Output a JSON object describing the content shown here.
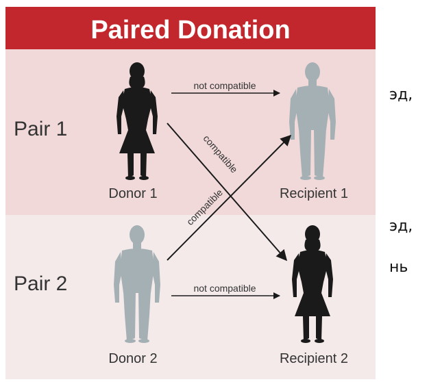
{
  "title": "Paired Donation",
  "pairs": [
    {
      "label": "Pair 1",
      "donor": {
        "label": "Donor 1",
        "silhouette": "female-silhouette-icon",
        "color": "#1a1a1a"
      },
      "recipient": {
        "label": "Recipient 1",
        "silhouette": "male-silhouette-icon",
        "color": "#a5b0b5"
      },
      "within_pair_arrow": "not compatible"
    },
    {
      "label": "Pair 2",
      "donor": {
        "label": "Donor 2",
        "silhouette": "male-silhouette-icon",
        "color": "#a5b0b5"
      },
      "recipient": {
        "label": "Recipient 2",
        "silhouette": "female-silhouette-icon",
        "color": "#1a1a1a"
      },
      "within_pair_arrow": "not compatible"
    }
  ],
  "cross_arrows": [
    {
      "from": "Donor 1",
      "to": "Recipient 2",
      "label": "compatible"
    },
    {
      "from": "Donor 2",
      "to": "Recipient 1",
      "label": "compatible"
    }
  ],
  "side_text": [
    "эд,",
    "эд,",
    "нь"
  ],
  "colors": {
    "title_bar": "#c1272d",
    "title_text": "#ffffff",
    "pair1_bg": "#f1d9d9",
    "pair2_bg": "#f4eaea",
    "dark_figure": "#1a1a1a",
    "light_figure": "#a5b0b5",
    "text": "#333333"
  }
}
